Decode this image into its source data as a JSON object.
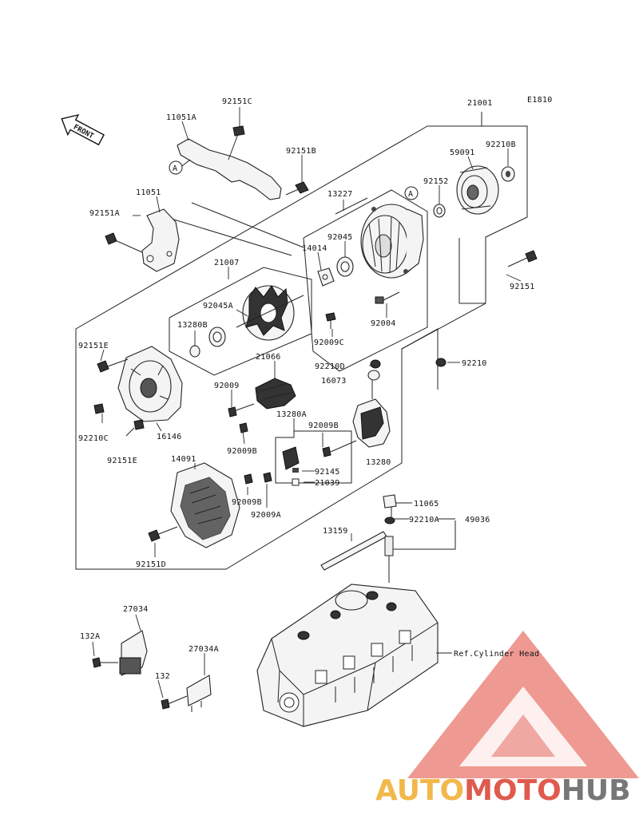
{
  "diagram_code": "E1810",
  "front_label": "FRONT",
  "circle_marker": "A",
  "reference_note": "Ref.Cylinder Head",
  "watermark": {
    "part1": "AUTO",
    "part2": "MOTO",
    "part3": "HUB",
    "color_primary": "#f2b84b",
    "color_secondary": "#e05a4e",
    "color_tertiary": "#777777"
  },
  "parts": {
    "p21001": "21001",
    "p92151C": "92151C",
    "p11051A": "11051A",
    "p92151B": "92151B",
    "p59091": "59091",
    "p92210B": "92210B",
    "p13227": "13227",
    "p92152": "92152",
    "p11051": "11051",
    "p92151A": "92151A",
    "p92045": "92045",
    "p14014": "14014",
    "p92151": "92151",
    "p21007": "21007",
    "p92045A": "92045A",
    "p13280B": "13280B",
    "p92004": "92004",
    "p92151E_top": "92151E",
    "p92009C": "92009C",
    "p21066": "21066",
    "p92210D": "92210D",
    "p92210": "92210",
    "p16073": "16073",
    "p92009": "92009",
    "p13280A": "13280A",
    "p92009B_a": "92009B",
    "p92210C": "92210C",
    "p16146": "16146",
    "p92009B_b": "92009B",
    "p13280": "13280",
    "p92151E_mid": "92151E",
    "p14091": "14091",
    "p92145": "92145",
    "p21039": "21039",
    "p92009B_c": "92009B",
    "p92009A": "92009A",
    "p11065": "11065",
    "p92210A": "92210A",
    "p49036": "49036",
    "p13159": "13159",
    "p92151D": "92151D",
    "p27034": "27034",
    "p132A": "132A",
    "p27034A": "27034A",
    "p132": "132"
  }
}
